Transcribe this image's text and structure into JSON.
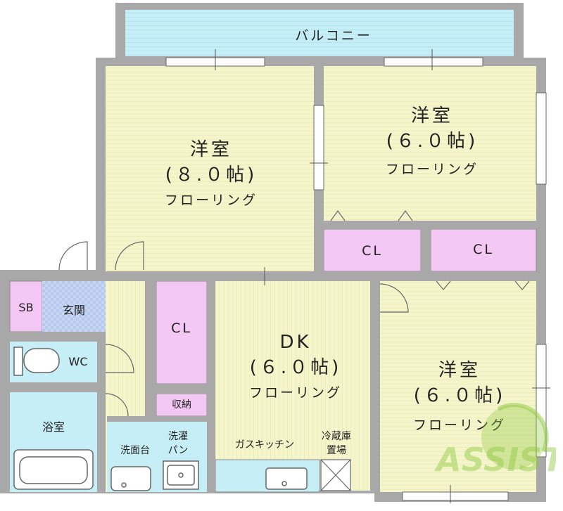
{
  "floorplan": {
    "balcony": "バルコニー",
    "bedroom_north": {
      "name": "洋室",
      "size": "(８.０帖)",
      "floor": "フローリング"
    },
    "bedroom_northeast": {
      "name": "洋室",
      "size": "(６.０帖)",
      "floor": "フローリング"
    },
    "bedroom_southeast": {
      "name": "洋室",
      "size": "(６.０帖)",
      "floor": "フローリング"
    },
    "dining_kitchen": {
      "name": "DK",
      "size": "(６.０帖)",
      "floor": "フローリング"
    },
    "closets": {
      "north_a": "CL",
      "north_b": "CL",
      "west": "CL"
    },
    "storage": "収納",
    "shoe_box": "SB",
    "entrance": "玄関",
    "toilet": "WC",
    "bathroom": "浴室",
    "washbasin": "洗面台",
    "laundry_pan": [
      "洗濯",
      "パン"
    ],
    "gas_kitchen": "ガスキッチン",
    "fridge_space": [
      "冷蔵庫",
      "置場"
    ],
    "logo_text": "ASSIST"
  },
  "colors": {
    "wall": "#a8a8a8",
    "room_floor": "#f5f5cc",
    "closet": "#f4c8f4",
    "wet_area": "#c6eef6",
    "entrance": "#c8d8f4",
    "logo": "#8fc93f"
  }
}
